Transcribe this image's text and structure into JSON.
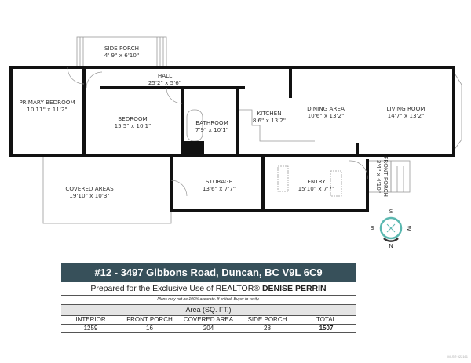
{
  "rooms": [
    {
      "name": "SIDE PORCH",
      "dims": "4' 9\" x 6'10\""
    },
    {
      "name": "HALL",
      "dims": "25'2\" x 5'6\""
    },
    {
      "name": "PRIMARY BEDROOM",
      "dims": "10'11\" x 11'2\""
    },
    {
      "name": "BEDROOM",
      "dims": "15'5\" x 10'1\""
    },
    {
      "name": "BATHROOM",
      "dims": "7'9\" x 10'1\""
    },
    {
      "name": "KITCHEN",
      "dims": "8'6\" x 13'2\""
    },
    {
      "name": "DINING AREA",
      "dims": "10'6\" x 13'2\""
    },
    {
      "name": "LIVING ROOM",
      "dims": "14'7\" x 13'2\""
    },
    {
      "name": "COVERED AREAS",
      "dims": "19'10\" x 10'3\""
    },
    {
      "name": "STORAGE",
      "dims": "13'6\" x 7'7\""
    },
    {
      "name": "ENTRY",
      "dims": "15'10\" x 7'7\""
    },
    {
      "name": "FRONT PORCH",
      "dims": "3'4\" x 4'10\""
    }
  ],
  "compass": {
    "n": "N",
    "s": "S",
    "e": "E",
    "w": "W",
    "color": "#5bb8b0"
  },
  "table": {
    "address": "#12 - 3497 Gibbons Road, Duncan, BC V9L 6C9",
    "prepared_prefix": "Prepared for the Exclusive Use of REALTOR®",
    "realtor": "DENISE PERRIN",
    "note": "Plans may not be 100% accurate. If critical, Buyer to verify.",
    "area_title": "Area (SQ. FT.)",
    "headers": [
      "INTERIOR",
      "FRONT PORCH",
      "COVERED AREA",
      "SIDE PORCH",
      "TOTAL"
    ],
    "values": [
      "1259",
      "16",
      "204",
      "28",
      "1507"
    ],
    "header_color": "#37505a"
  },
  "mls": "MLS® 922161"
}
